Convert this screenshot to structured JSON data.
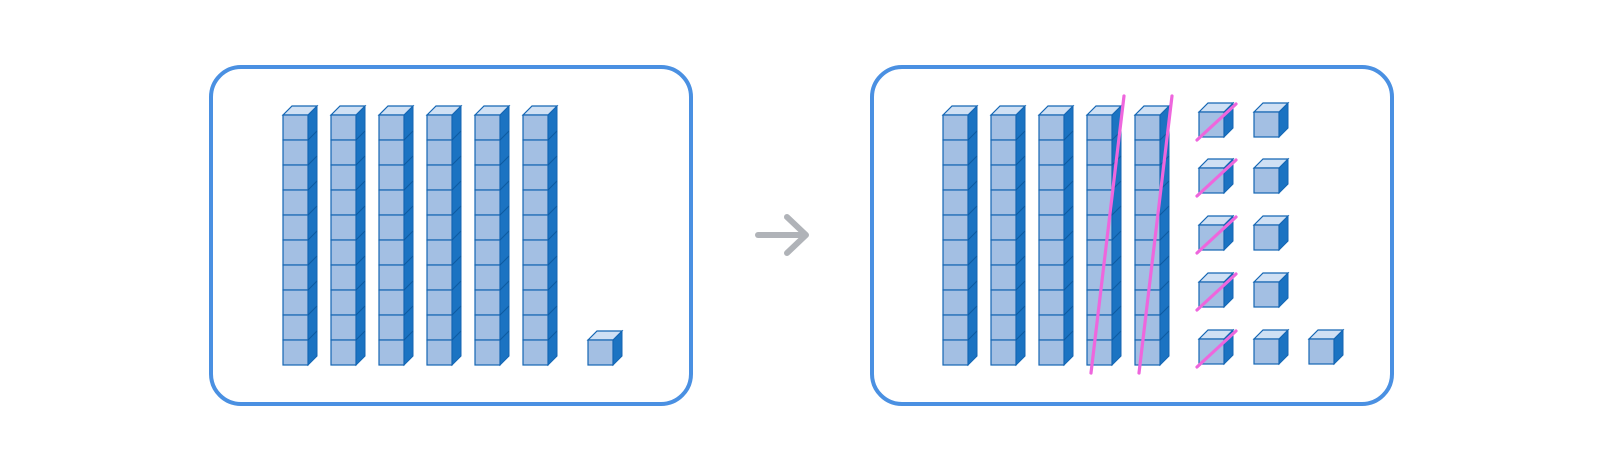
{
  "colors": {
    "background": "#ffffff",
    "panel_border": "#4a90e2",
    "cube_front": "#a3bfe3",
    "cube_top": "#cfe0f4",
    "cube_side": "#1b73c2",
    "cube_edge": "#1466b3",
    "arrow": "#b0b3b8",
    "strike": "#ee66dd"
  },
  "icons": {
    "arrow": "right-arrow-icon"
  },
  "before": {
    "tens": 6,
    "ones": 1
  },
  "after": {
    "tens": 5,
    "tens_crossed": 2,
    "ones_groups": [
      {
        "count": 5,
        "crossed": true
      },
      {
        "count": 5,
        "crossed": false
      },
      {
        "count": 1,
        "crossed": false
      }
    ]
  }
}
